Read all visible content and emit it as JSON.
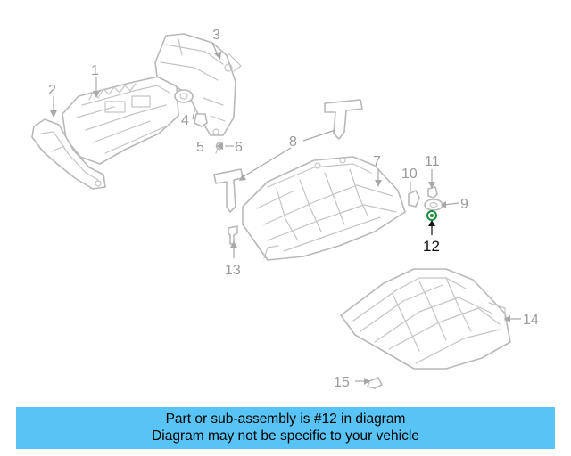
{
  "callouts": {
    "c1": "1",
    "c2": "2",
    "c3": "3",
    "c4": "4",
    "c5": "5",
    "c6": "6",
    "c7": "7",
    "c8": "8",
    "c9": "9",
    "c10": "10",
    "c11": "11",
    "c12": "12",
    "c13": "13",
    "c14": "14",
    "c15": "15"
  },
  "highlighted_part": "12",
  "banner": {
    "line1": "Part or sub-assembly is #12 in diagram",
    "line2": "Diagram may not be specific to your vehicle"
  },
  "colors": {
    "banner_bg": "#58c4f6",
    "part_line": "#b8b8b8",
    "highlight": "#1a8c3a"
  }
}
